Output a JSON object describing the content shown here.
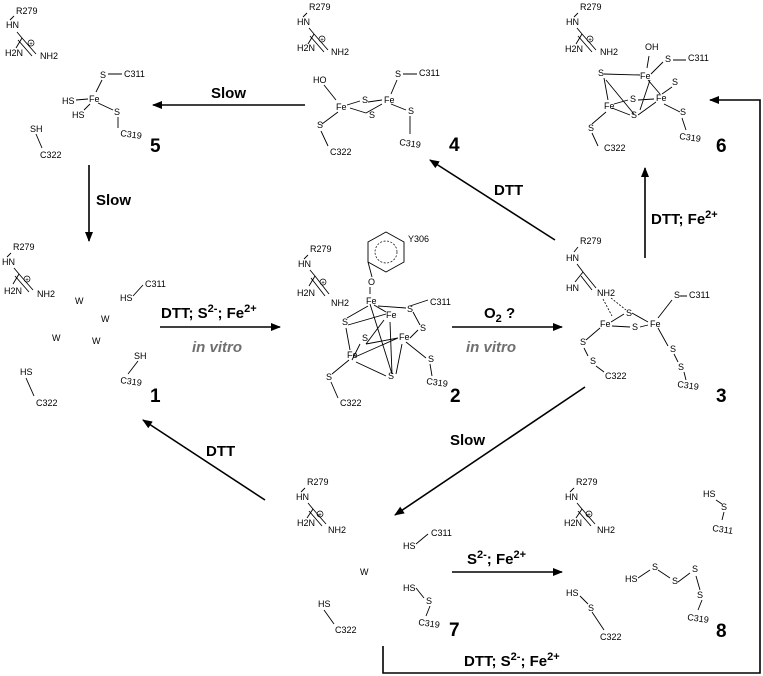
{
  "residues": {
    "arg": "R279",
    "tyr": "Y306",
    "cys1": "C311",
    "cys2": "C319",
    "cys3": "C322"
  },
  "atoms": {
    "fe": "Fe",
    "s": "S",
    "sh": "SH",
    "hs": "HS",
    "ho": "HO",
    "oh": "OH",
    "o": "O",
    "hn": "HN",
    "h2n": "H2N",
    "nh2": "NH2",
    "water": "W",
    "plus": "+"
  },
  "compounds": {
    "c1": "1",
    "c2": "2",
    "c3": "3",
    "c4": "4",
    "c5": "5",
    "c6": "6",
    "c7": "7",
    "c8": "8"
  },
  "conditions": {
    "slow": "Slow",
    "dtt": "DTT",
    "dtt_fe": "DTT; Fe",
    "dtt_s_fe": "DTT; S",
    "s_fe": "S",
    "fe_sep": "; Fe",
    "charge_2minus": "2-",
    "charge_2plus": "2+",
    "o2": "O",
    "o2_sub": "2",
    "o2_q": " ?",
    "in_vitro": "in vitro"
  },
  "colors": {
    "ink": "#000000",
    "italic_label": "#6f6f6f",
    "background": "#ffffff"
  }
}
